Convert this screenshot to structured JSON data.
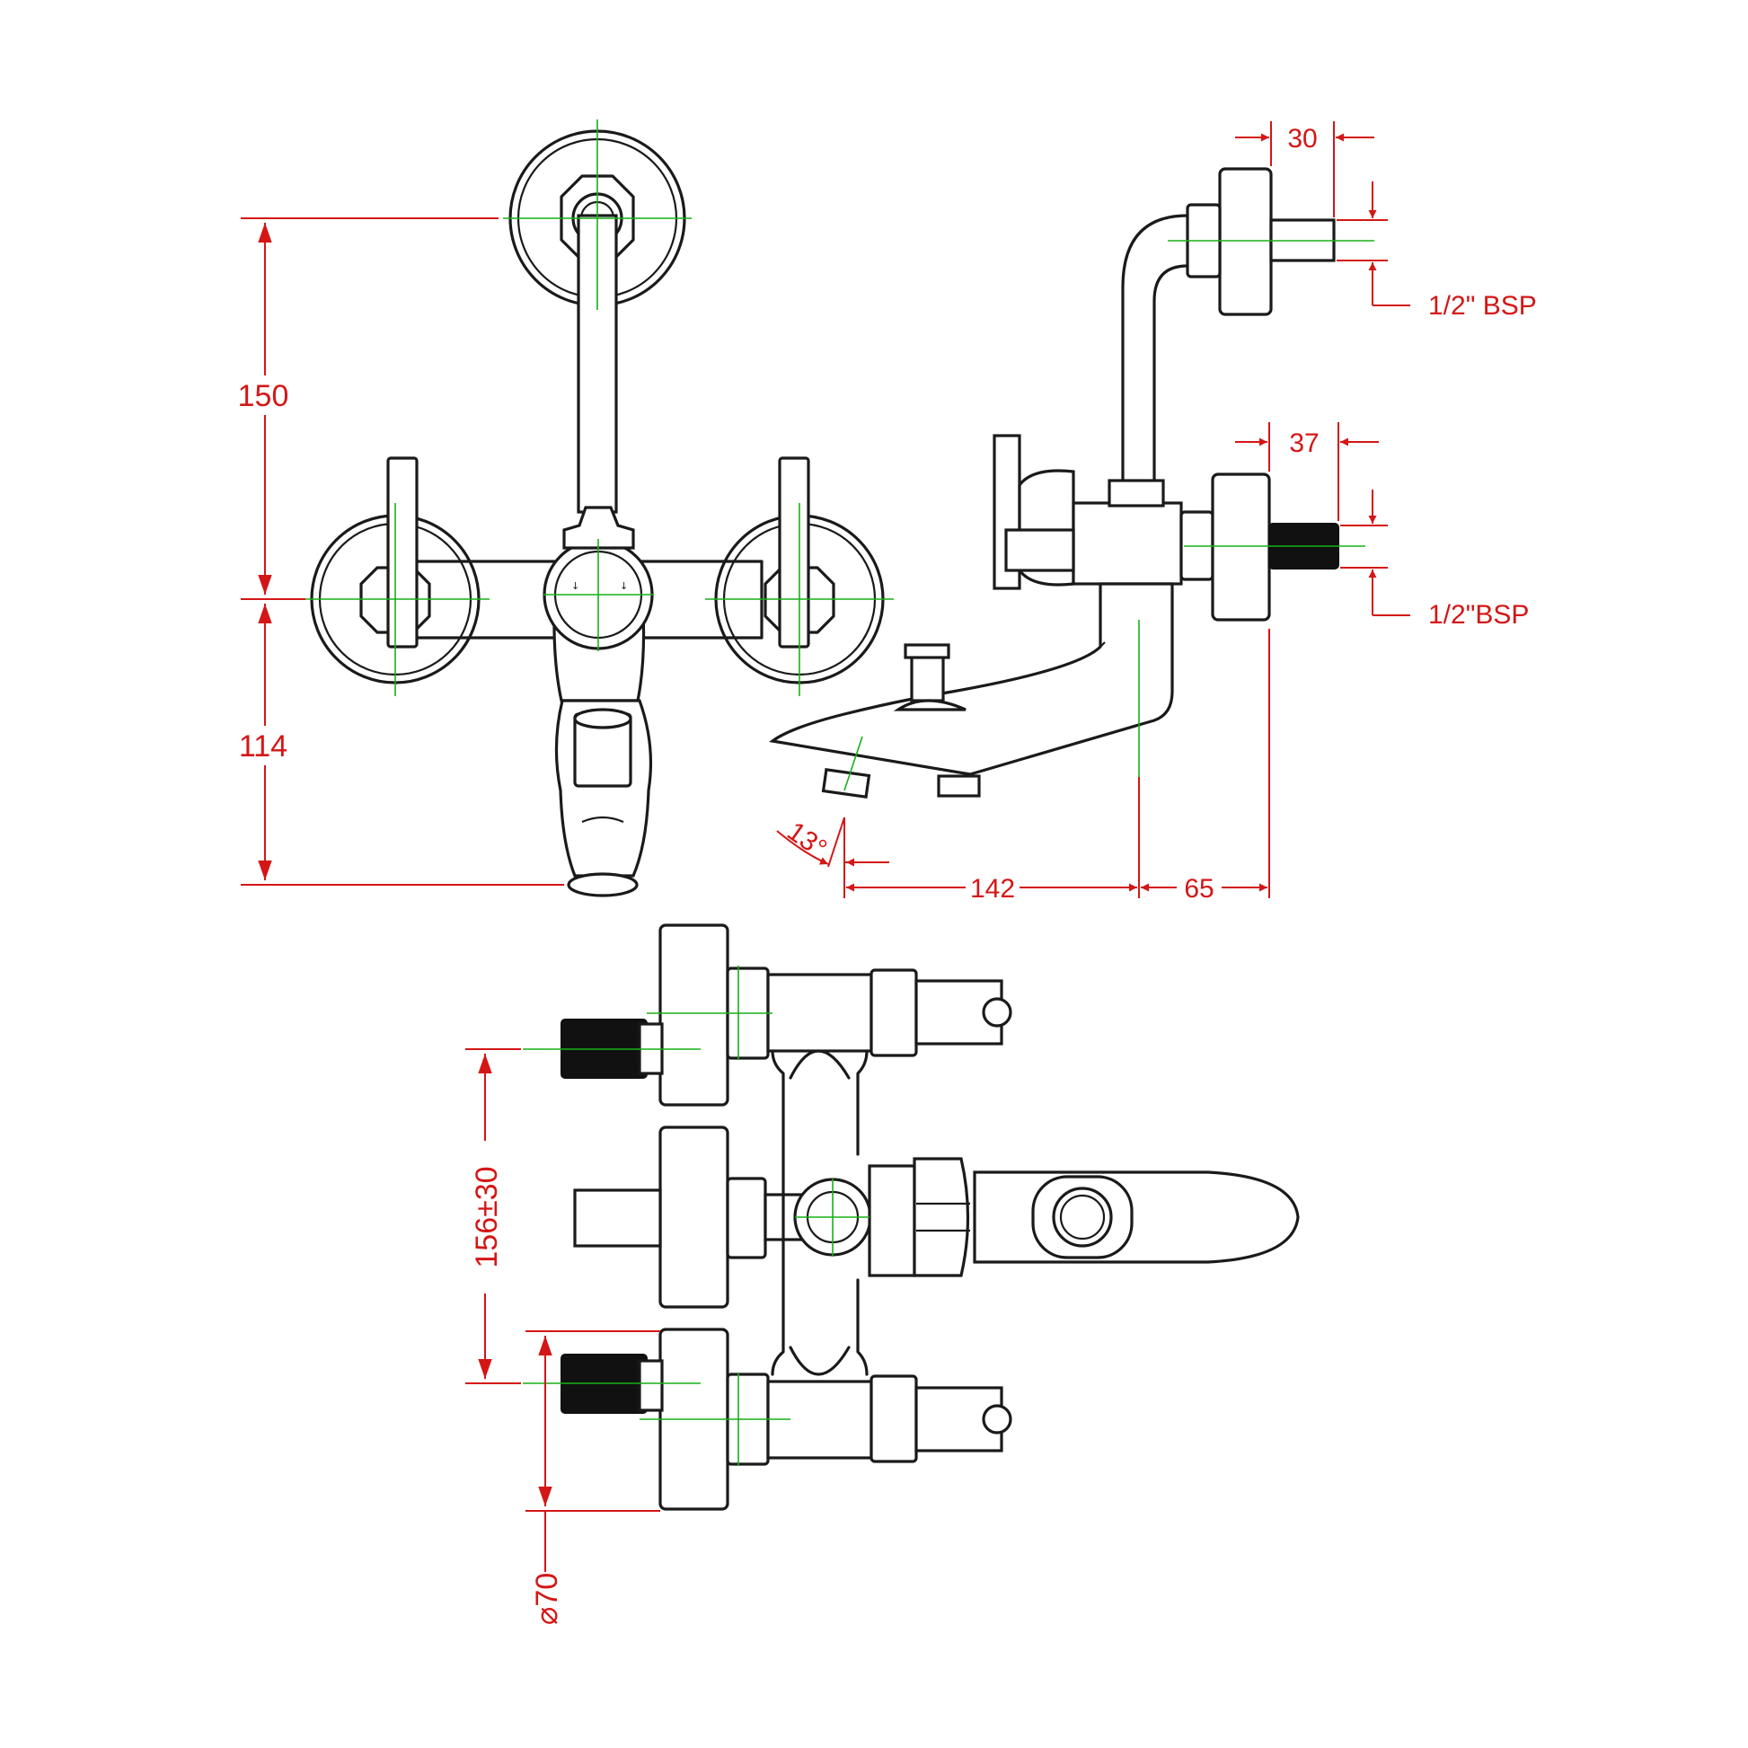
{
  "dimensions": {
    "front_height_upper": "150",
    "front_height_lower": "114",
    "side_top_projection": "30",
    "side_top_thread": "1/2\" BSP",
    "side_mid_projection": "37",
    "side_mid_thread": "1/2\"BSP",
    "spout_angle": "13°",
    "spout_reach": "142",
    "wall_offset": "65",
    "inlet_spacing": "156±30",
    "flange_diameter": "⌀70"
  },
  "colors": {
    "part_outline": "#1a1a1a",
    "centerline": "#17b117",
    "dimension": "#d41616"
  }
}
